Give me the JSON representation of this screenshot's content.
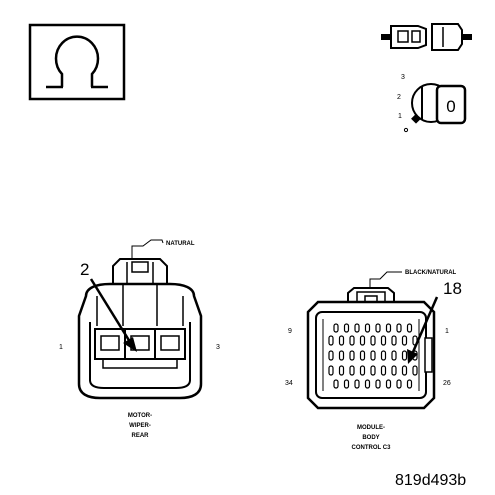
{
  "symbols": {
    "ohmmeter_icon": "ohm-symbol",
    "ignition_key_icon": "ignition-key",
    "ignition_positions": [
      "3",
      "2",
      "1",
      "0"
    ],
    "ignition_key_label": "0"
  },
  "motor": {
    "wire_color": "NATURAL",
    "callout": "2",
    "pin_left": "1",
    "pin_right": "3",
    "name_lines": [
      "MOTOR-",
      "WIPER-",
      "REAR"
    ]
  },
  "module": {
    "wire_color": "BLACK/NATURAL",
    "callout": "18",
    "pin_top_left": "9",
    "pin_top_right": "1",
    "pin_bottom_left": "34",
    "pin_bottom_right": "26",
    "name_lines": [
      "MODULE-",
      "BODY",
      "CONTROL C3"
    ]
  },
  "figure_id": "819d493b"
}
